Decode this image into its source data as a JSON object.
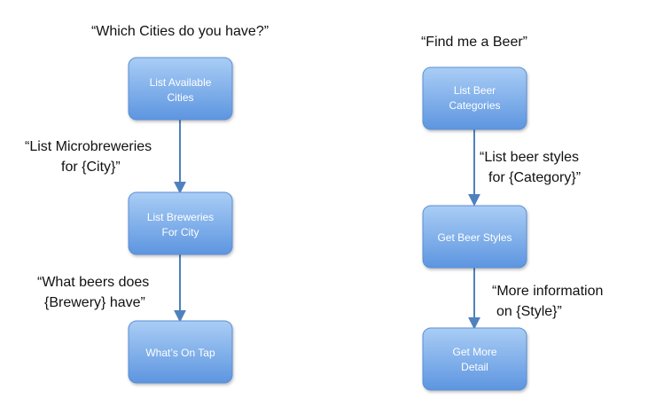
{
  "colors": {
    "node_top": "#a9cdf5",
    "node_bottom": "#5d95e0",
    "arrow": "#4f81bd",
    "text": "#111111"
  },
  "flows": [
    {
      "heading": "“Which Cities do you have?”",
      "nodes": [
        {
          "lines": [
            "List Available",
            "Cities"
          ]
        },
        {
          "lines": [
            "List Breweries",
            "For City"
          ]
        },
        {
          "lines": [
            "What’s On Tap"
          ]
        }
      ],
      "transitions": [
        {
          "lines": [
            "“List Microbreweries",
            "for {City}”"
          ]
        },
        {
          "lines": [
            "“What beers does",
            "{Brewery} have”"
          ]
        }
      ]
    },
    {
      "heading": "“Find me a Beer”",
      "nodes": [
        {
          "lines": [
            "List Beer",
            "Categories"
          ]
        },
        {
          "lines": [
            "Get Beer Styles"
          ]
        },
        {
          "lines": [
            "Get More",
            "Detail"
          ]
        }
      ],
      "transitions": [
        {
          "lines": [
            "“List beer styles",
            "for {Category}”"
          ]
        },
        {
          "lines": [
            "“More information",
            "on {Style}”"
          ]
        }
      ]
    }
  ]
}
